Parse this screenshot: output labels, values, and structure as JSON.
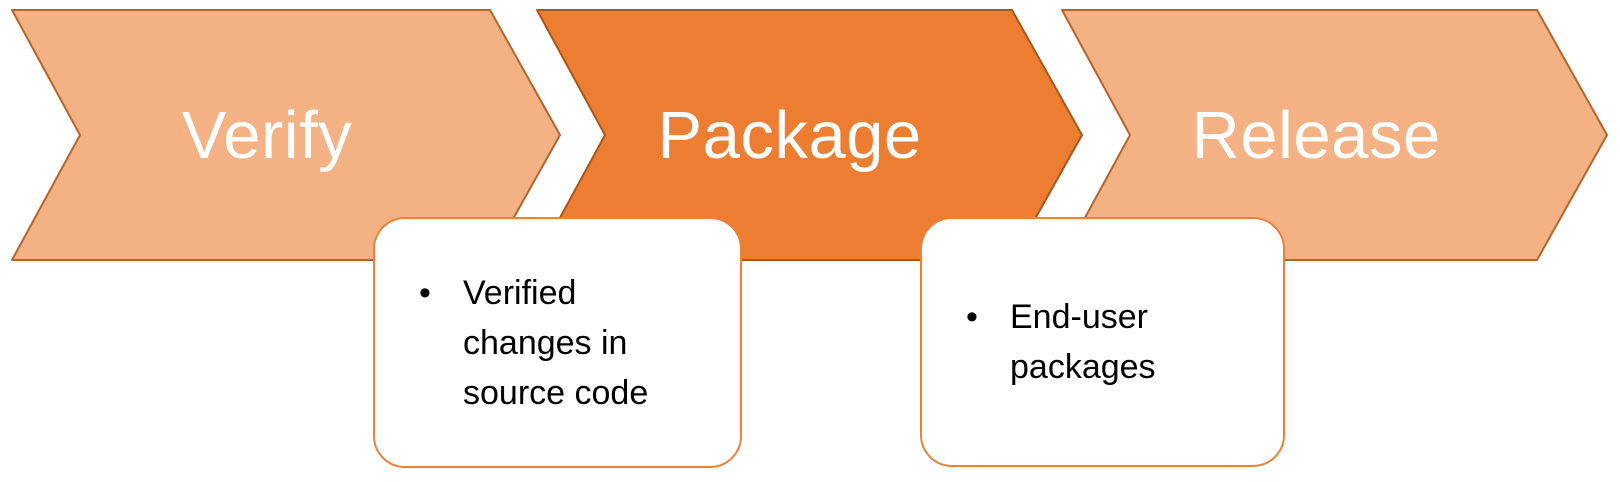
{
  "diagram": {
    "kind": "chevron-process-flow",
    "steps": [
      {
        "label": "Verify",
        "emphasized": false
      },
      {
        "label": "Package",
        "emphasized": true
      },
      {
        "label": "Release",
        "emphasized": false
      }
    ],
    "callouts": [
      {
        "bullet": "•",
        "text": "Verified changes in source code"
      },
      {
        "bullet": "•",
        "text": "End-user packages"
      }
    ]
  },
  "colors": {
    "chevron_light_fill": "#F4B183",
    "chevron_light_stroke": "#B4652C",
    "chevron_dark_fill": "#ED7D31",
    "chevron_dark_stroke": "#A9561B",
    "callout_border": "#E8823C",
    "callout_fill": "#FFFFFF",
    "step_label_text": "#FFFFFF",
    "callout_text": "#000000",
    "background": "#FFFFFF"
  }
}
